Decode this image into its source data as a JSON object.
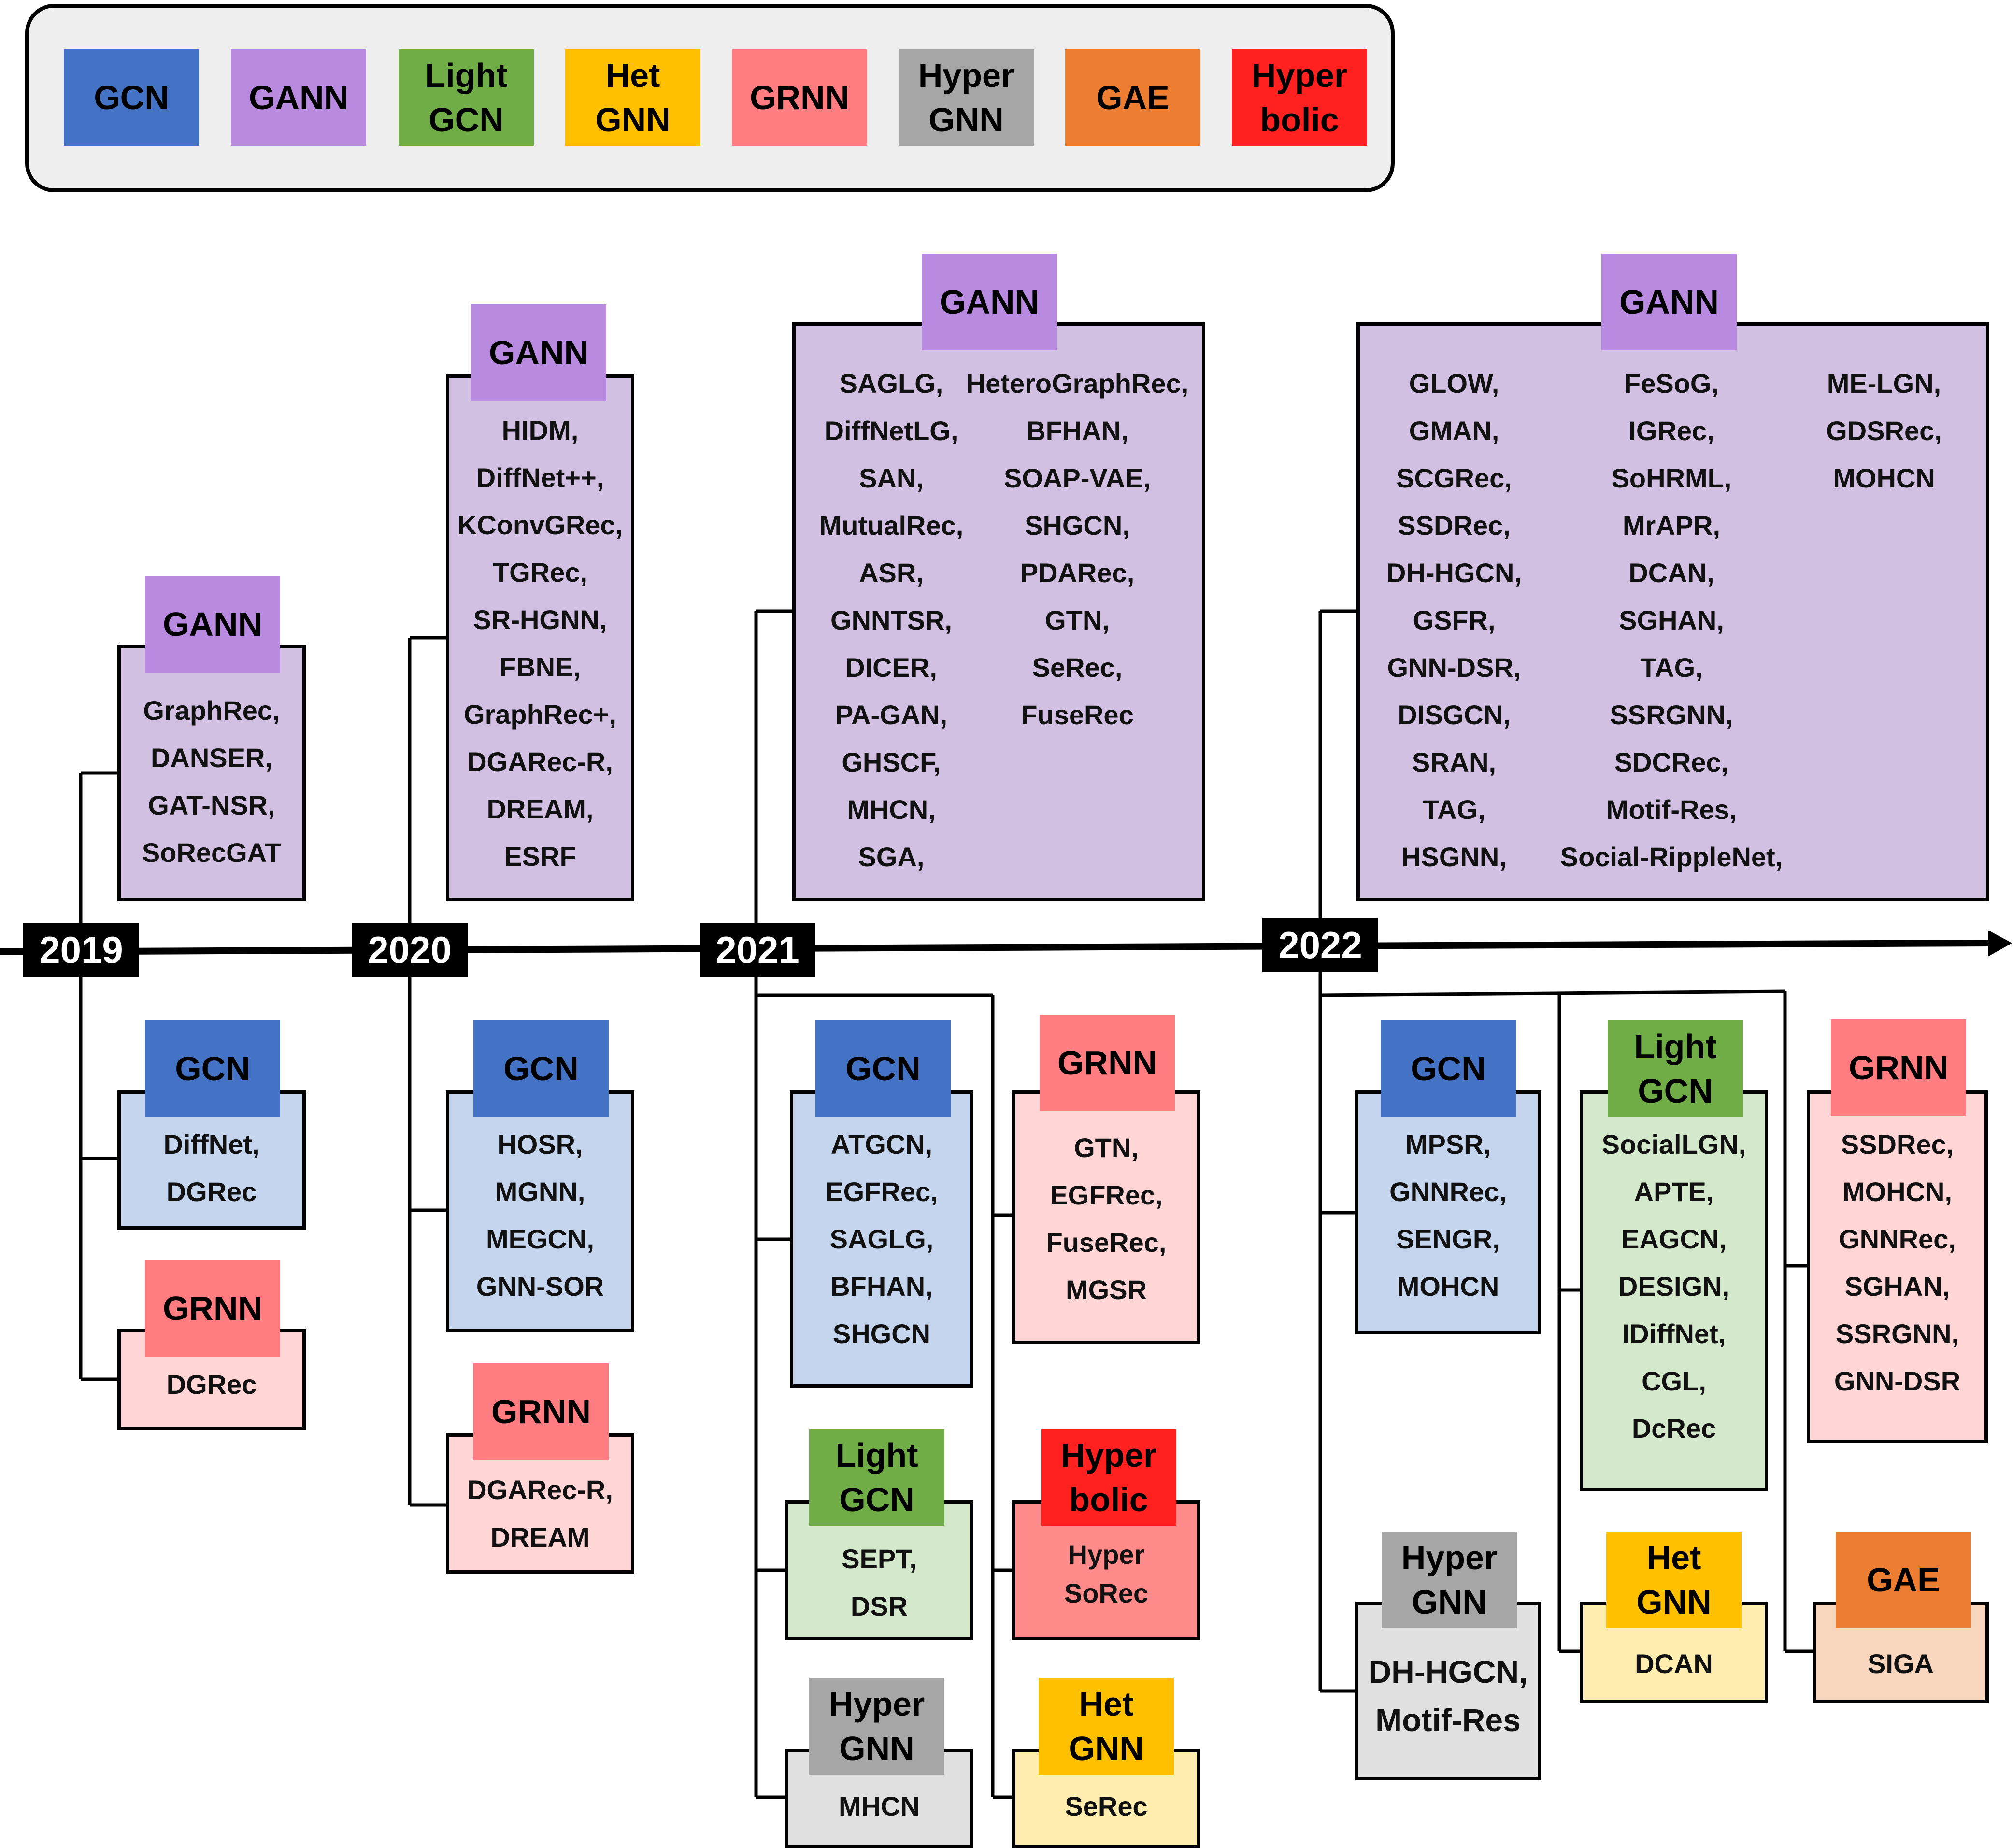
{
  "legend": [
    {
      "label": "GCN",
      "color": "#4472c4"
    },
    {
      "label": "GANN",
      "color": "#b88be0"
    },
    {
      "label": "Light\nGCN",
      "color": "#70ad47"
    },
    {
      "label": "Het\nGNN",
      "color": "#ffc000"
    },
    {
      "label": "GRNN",
      "color": "#ff7c80"
    },
    {
      "label": "Hyper\nGNN",
      "color": "#a6a6a6"
    },
    {
      "label": "GAE",
      "color": "#ed7d31"
    },
    {
      "label": "Hyper\nbolic",
      "color": "#ff2020"
    }
  ],
  "years": [
    "2019",
    "2020",
    "2021",
    "2022"
  ],
  "y2019": {
    "gann": {
      "tag": "GANN",
      "items": "GraphRec,\nDANSER,\nGAT-NSR,\nSoRecGAT"
    },
    "gcn": {
      "tag": "GCN",
      "items": "DiffNet,\nDGRec"
    },
    "grnn": {
      "tag": "GRNN",
      "items": "DGRec"
    }
  },
  "y2020": {
    "gann": {
      "tag": "GANN",
      "items": "HIDM,\nDiffNet++,\nKConvGRec,\nTGRec,\nSR-HGNN,\nFBNE,\nGraphRec+,\nDGARec-R,\nDREAM,\nESRF"
    },
    "gcn": {
      "tag": "GCN",
      "items": "HOSR,\nMGNN,\nMEGCN,\nGNN-SOR"
    },
    "grnn": {
      "tag": "GRNN",
      "items": "DGARec-R,\nDREAM"
    }
  },
  "y2021": {
    "gann": {
      "tag": "GANN",
      "col1": "SAGLG,\nDiffNetLG,\nSAN,\nMutualRec,\nASR,\nGNNTSR,\nDICER,\nPA-GAN,\nGHSCF,\nMHCN,\nSGA,",
      "col2": "HeteroGraphRec,\nBFHAN,\nSOAP-VAE,\nSHGCN,\nPDARec,\nGTN,\nSeRec,\nFuseRec"
    },
    "gcn": {
      "tag": "GCN",
      "items": "ATGCN,\nEGFRec,\nSAGLG,\nBFHAN,\nSHGCN"
    },
    "grnn": {
      "tag": "GRNN",
      "items": "GTN,\nEGFRec,\nFuseRec,\nMGSR"
    },
    "lightgcn": {
      "tag": "Light\nGCN",
      "items": "SEPT,\nDSR"
    },
    "hyperbolic": {
      "tag": "Hyper\nbolic",
      "items": "Hyper\nSoRec"
    },
    "hypergnn": {
      "tag": "Hyper\nGNN",
      "items": "MHCN"
    },
    "hetgnn": {
      "tag": "Het\nGNN",
      "items": "SeRec"
    }
  },
  "y2022": {
    "gann": {
      "tag": "GANN",
      "col1": "GLOW,\nGMAN,\nSCGRec,\nSSDRec,\nDH-HGCN,\nGSFR,\nGNN-DSR,\nDISGCN,\nSRAN,\nTAG,\nHSGNN,",
      "col2": "FeSoG,\nIGRec,\nSoHRML,\nMrAPR,\nDCAN,\nSGHAN,\nTAG,\nSSRGNN,\nSDCRec,\nMotif-Res,\nSocial-RippleNet,",
      "col3": "ME-LGN,\nGDSRec,\nMOHCN"
    },
    "gcn": {
      "tag": "GCN",
      "items": "MPSR,\nGNNRec,\nSENGR,\nMOHCN"
    },
    "lightgcn": {
      "tag": "Light\nGCN",
      "items": "SocialLGN,\nAPTE,\nEAGCN,\nDESIGN,\nIDiffNet,\nCGL,\nDcRec"
    },
    "grnn": {
      "tag": "GRNN",
      "items": "SSDRec,\nMOHCN,\nGNNRec,\nSGHAN,\nSSRGNN,\nGNN-DSR"
    },
    "hypergnn": {
      "tag": "Hyper\nGNN",
      "items": "DH-HGCN,\nMotif-Res"
    },
    "hetgnn": {
      "tag": "Het\nGNN",
      "items": "DCAN"
    },
    "gae": {
      "tag": "GAE",
      "items": "SIGA"
    }
  }
}
